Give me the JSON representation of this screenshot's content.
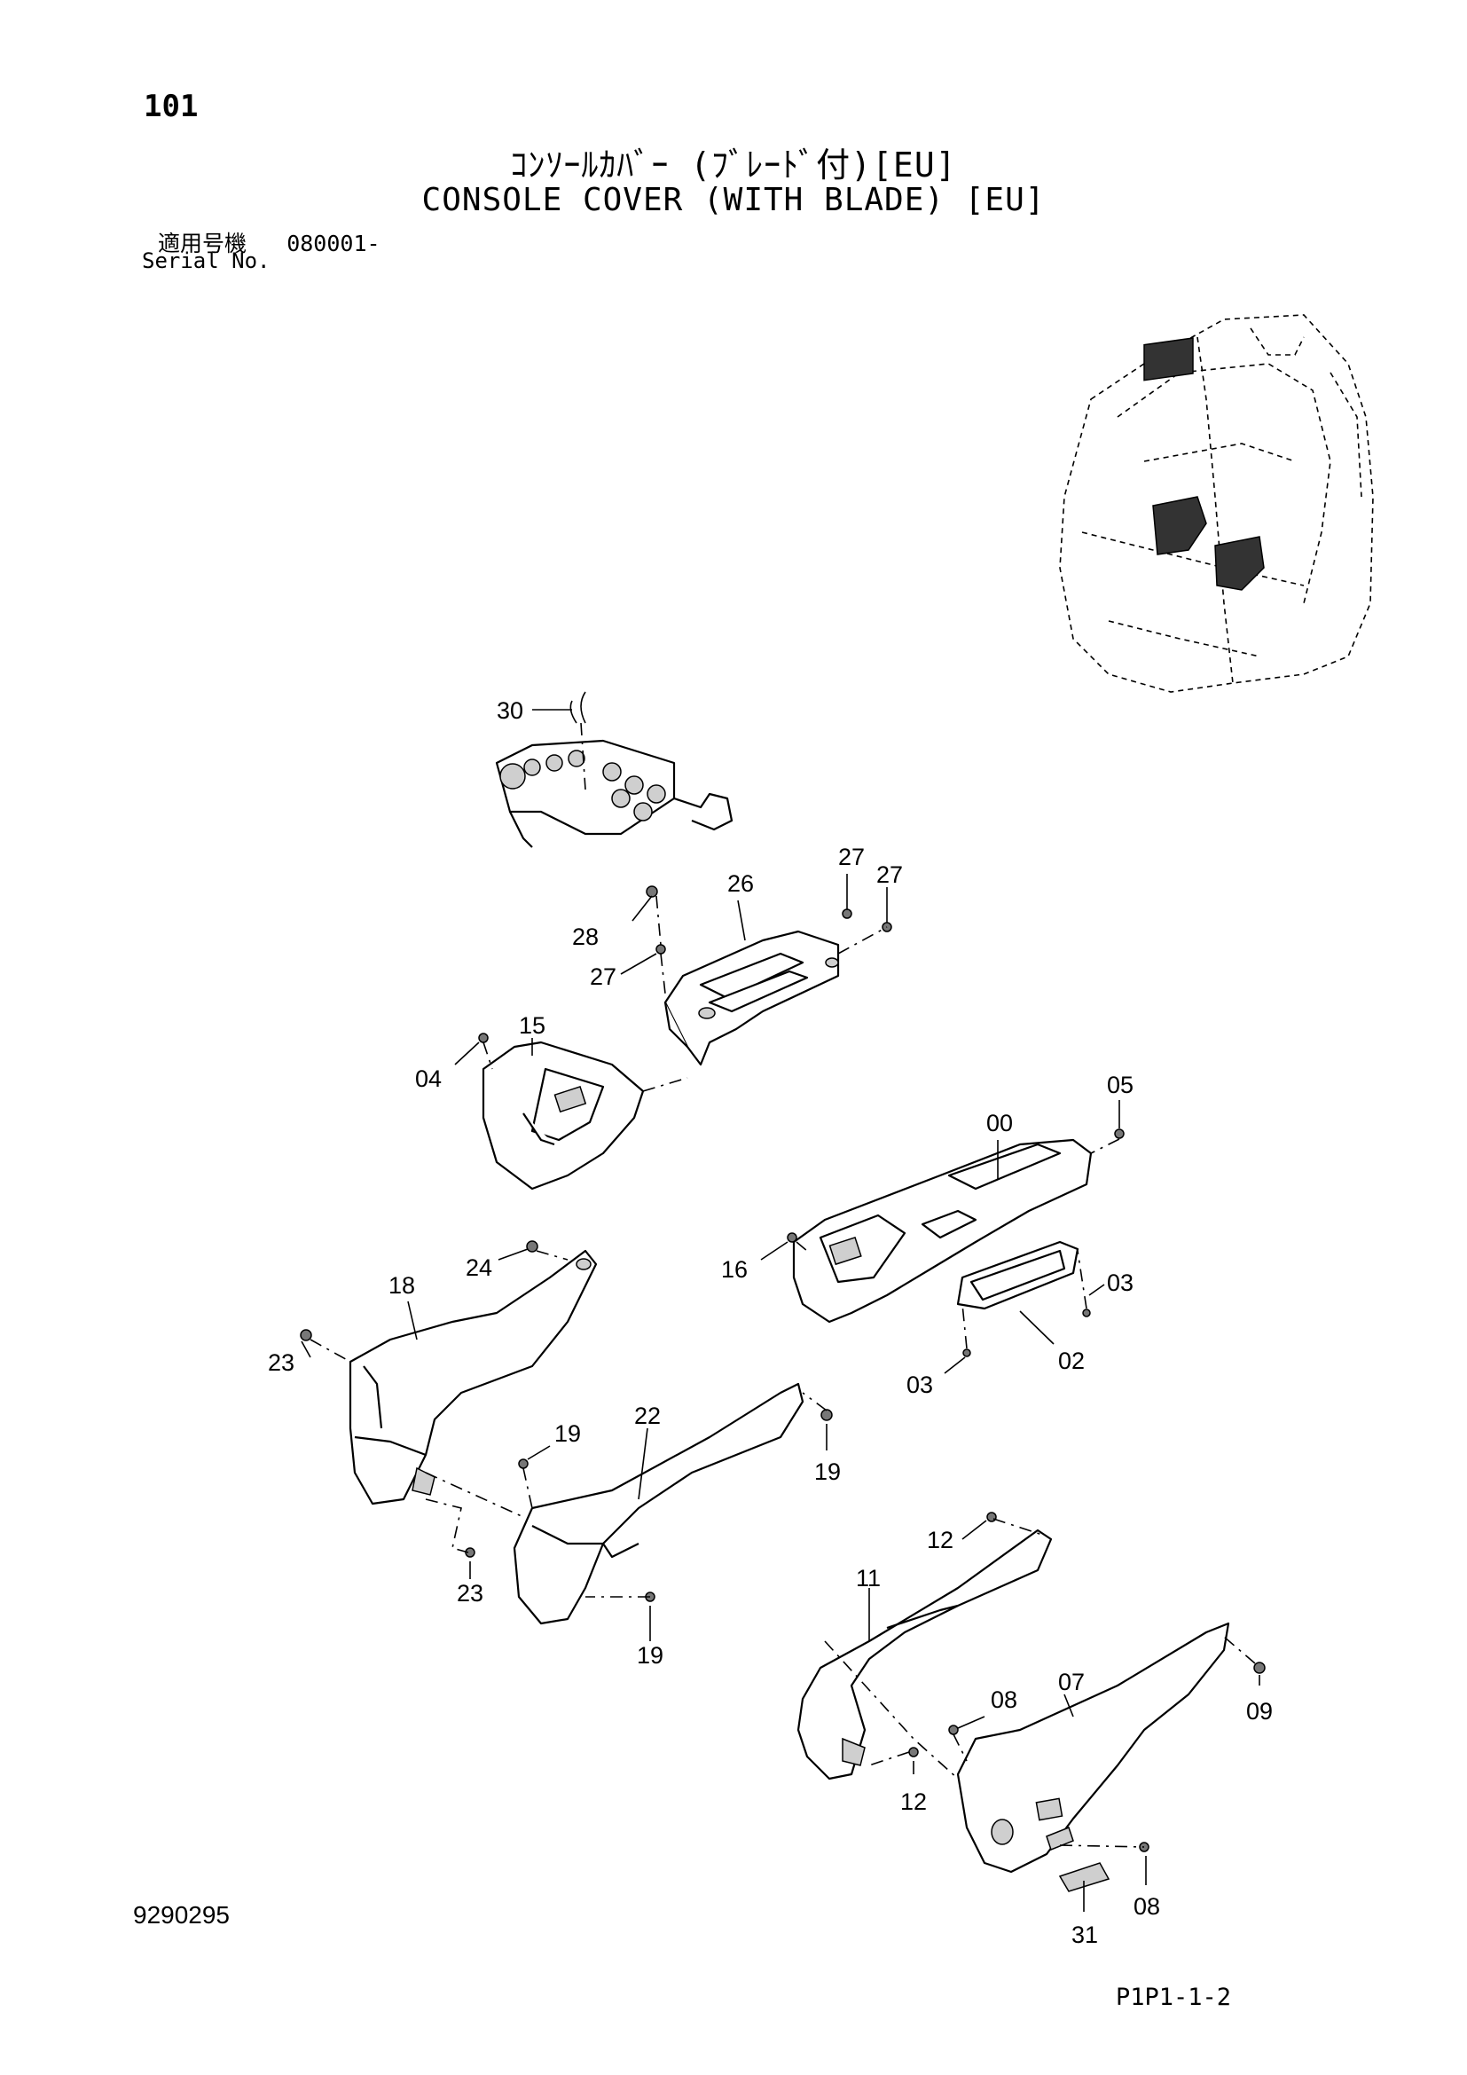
{
  "header": {
    "page_number": "101",
    "title_jp": "ｺﾝｿｰﾙｶﾊﾞｰ (ﾌﾞﾚｰﾄﾞ付)[EU]",
    "title_en": "CONSOLE COVER (WITH BLADE) [EU]",
    "serial_label_jp": "適用号機",
    "serial_value": "080001-",
    "serial_label_en": "Serial No."
  },
  "footer": {
    "doc_number": "9290295",
    "page_code": "P1P1-1-2"
  },
  "callouts": {
    "c30": "30",
    "c27a": "27",
    "c27b": "27",
    "c26": "26",
    "c28": "28",
    "c27c": "27",
    "c15": "15",
    "c04": "04",
    "c05": "05",
    "c00": "00",
    "c16": "16",
    "c03a": "03",
    "c02": "02",
    "c03b": "03",
    "c24": "24",
    "c18": "18",
    "c23a": "23",
    "c19a": "19",
    "c22": "22",
    "c19b": "19",
    "c23b": "23",
    "c19c": "19",
    "c12a": "12",
    "c11": "11",
    "c08a": "08",
    "c07": "07",
    "c09": "09",
    "c12b": "12",
    "c31": "31",
    "c08b": "08"
  },
  "icons": {
    "cab_inset": "cab-location-icon",
    "bolt": "bolt-icon"
  }
}
